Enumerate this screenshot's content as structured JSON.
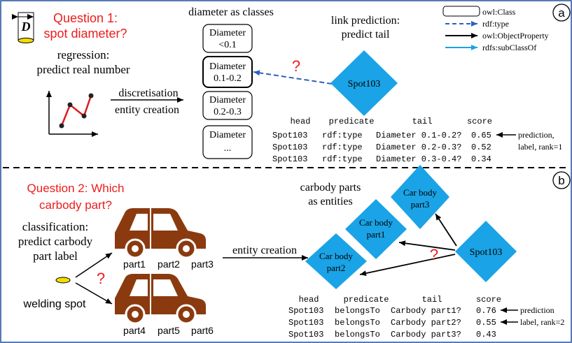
{
  "panel_a": {
    "tag": "a",
    "question": [
      "Question 1:",
      "spot diameter?"
    ],
    "d_symbol": "D",
    "regression": [
      "regression:",
      "predict real number"
    ],
    "arrow_label": [
      "discretisation",
      "entity creation"
    ],
    "classes_heading": "diameter as classes",
    "classes": [
      [
        "Diameter",
        "<0.1"
      ],
      [
        "Diameter",
        "0.1-0.2"
      ],
      [
        "Diameter",
        "0.2-0.3"
      ],
      [
        "Diameter",
        "..."
      ]
    ],
    "link_heading": [
      "link prediction:",
      "predict tail"
    ],
    "spot_node": "Spot103",
    "question_mark": "?",
    "table": {
      "headers": [
        "head",
        "predicate",
        "tail",
        "score"
      ],
      "rows": [
        [
          "Spot103",
          "rdf:type",
          "Diameter 0.1-0.2?",
          "0.65"
        ],
        [
          "Spot103",
          "rdf:type",
          "Diameter 0.2-0.3?",
          "0.52"
        ],
        [
          "Spot103",
          "rdf:type",
          "Diameter 0.3-0.4?",
          "0.34"
        ]
      ],
      "note": [
        "prediction,",
        "label, rank=1"
      ]
    }
  },
  "legend": [
    {
      "label": "owl:Class",
      "kind": "box"
    },
    {
      "label": "rdf:type",
      "kind": "dashed-arrow",
      "color": "#2f5fbf"
    },
    {
      "label": "owl:ObjectProperty",
      "kind": "arrow",
      "color": "#000000"
    },
    {
      "label": "rdfs:subClassOf",
      "kind": "arrow",
      "color": "#19a4e0"
    }
  ],
  "panel_b": {
    "tag": "b",
    "question": [
      "Question 2: Which",
      "carbody part?"
    ],
    "classification": [
      "classification:",
      "predict carbody",
      "part label"
    ],
    "welding_label": "welding spot",
    "question_mark": "?",
    "car_labels_top": [
      "part1",
      "part2",
      "part3"
    ],
    "car_labels_bottom": [
      "part4",
      "part5",
      "part6"
    ],
    "arrow_label": "entity creation",
    "entities_heading": [
      "carbody parts",
      "as entities"
    ],
    "parts": [
      [
        "Car body",
        "part3"
      ],
      [
        "Car body",
        "part1"
      ],
      [
        "Car body",
        "part2"
      ]
    ],
    "spot_node": "Spot103",
    "table": {
      "headers": [
        "head",
        "predicate",
        "tail",
        "score"
      ],
      "rows": [
        [
          "Spot103",
          "belongsTo",
          "Carbody part1?",
          "0.76"
        ],
        [
          "Spot103",
          "belongsTo",
          "Carbody part2?",
          "0.55"
        ],
        [
          "Spot103",
          "belongsTo",
          "Carbody part3?",
          "0.43"
        ]
      ],
      "note": [
        "prediction",
        "label, rank=2"
      ]
    }
  },
  "colors": {
    "red": "#ee1c1c",
    "diamond": "#1aa3e6",
    "car": "#8b3a10",
    "border": "#1f4e9e",
    "dashed_blue": "#2f5fbf"
  }
}
